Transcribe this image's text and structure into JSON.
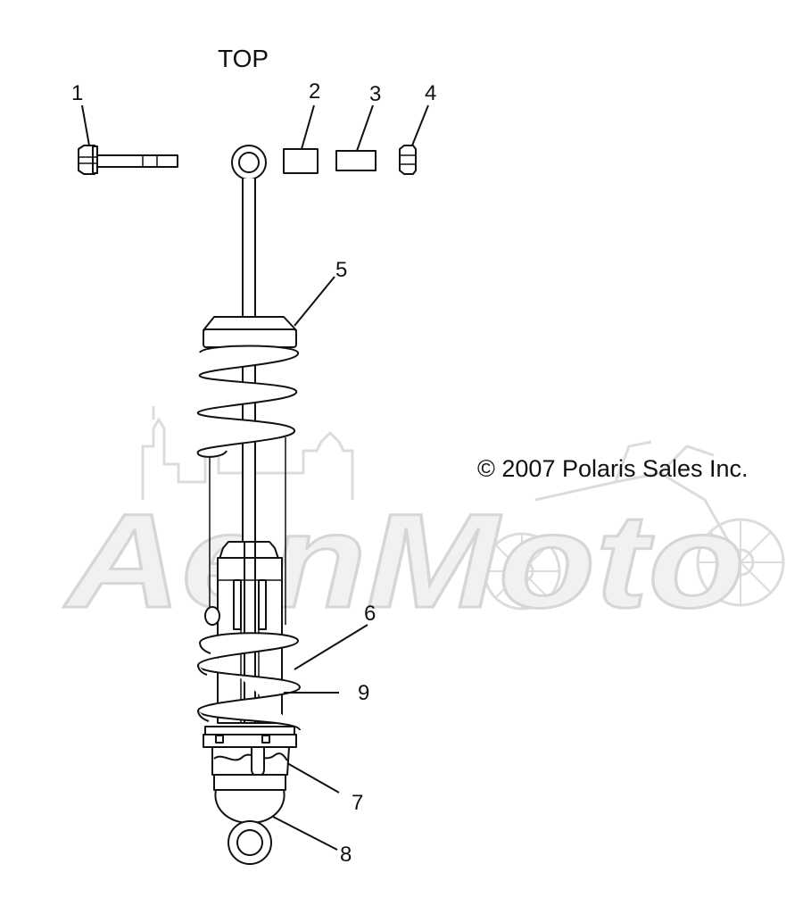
{
  "diagram": {
    "heading": "TOP",
    "copyright": "© 2007 Polaris Sales Inc.",
    "watermark": "AenMoto",
    "callouts": [
      {
        "number": "1"
      },
      {
        "number": "2"
      },
      {
        "number": "3"
      },
      {
        "number": "4"
      },
      {
        "number": "5"
      },
      {
        "number": "6"
      },
      {
        "number": "7"
      },
      {
        "number": "8"
      },
      {
        "number": "9"
      }
    ]
  },
  "colors": {
    "ink": "#111111",
    "watermark": "#dcdcdc",
    "background": "#ffffff"
  }
}
